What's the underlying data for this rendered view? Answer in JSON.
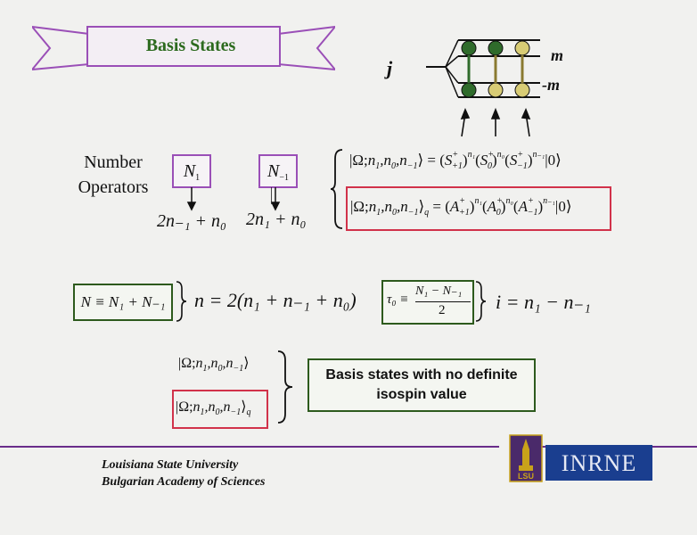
{
  "title": "Basis States",
  "diagram": {
    "j": "j",
    "m": "m",
    "minus_m": "-m"
  },
  "number_operators_label": [
    "Number",
    "Operators"
  ],
  "operators": {
    "n1": "N",
    "n1_sub": "1",
    "nm1": "N",
    "nm1_sub": "−1"
  },
  "results": {
    "r1": "2n₋₁ + n₀",
    "r2": "2n₁ + n₀"
  },
  "middle": {
    "N_def": "N ≡ N₁ + N₋₁",
    "n_def": "n = 2(n₁ + n₋₁ + n₀)",
    "tau_lhs": "τ₀ ≡",
    "tau_num": "N₁ − N₋₁",
    "tau_den": "2",
    "i_def": "i = n₁ − n₋₁"
  },
  "note": {
    "line1": "Basis states with no definite",
    "line2": "isospin value"
  },
  "footer": {
    "line1": "Louisiana State University",
    "line2": "Bulgarian Academy of Sciences",
    "lsu_logo": "LSU",
    "inrne_logo": "INRNE"
  },
  "colors": {
    "title_green": "#2c6a1e",
    "ribbon_purple": "#9a4fb7",
    "red_box": "#d1324a",
    "green_box": "#2d5a1d",
    "rule_purple": "#6a2d8a",
    "inrne_blue": "#1a3e8f"
  }
}
